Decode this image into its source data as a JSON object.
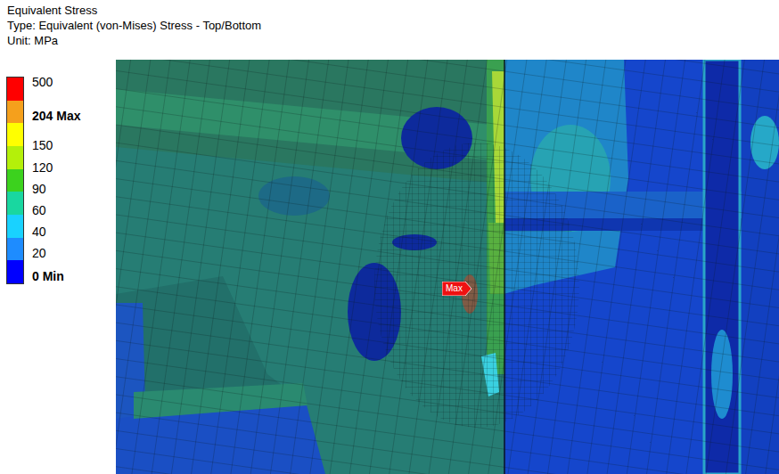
{
  "diagram": {
    "title": "Equivalent Stress",
    "nodes": [
      {
        "text": [
          "Max"
        ]
      }
    ],
    "labels": [
      "Type: Equivalent (von-Mises) Stress - Top/Bottom",
      "Unit: MPa"
    ],
    "legend": [
      {
        "text": "500",
        "color": "#ff0000"
      },
      {
        "text": "204 Max",
        "color": "#f5a01c"
      },
      {
        "text": "150",
        "color": "#ffff00"
      },
      {
        "text": "120",
        "color": "#b4f00a"
      },
      {
        "text": "90",
        "color": "#3cd21e"
      },
      {
        "text": "60",
        "color": "#19d7a0"
      },
      {
        "text": "40",
        "color": "#19d2ff"
      },
      {
        "text": "20",
        "color": "#1e8cff"
      },
      {
        "text": "0 Min",
        "color": "#0000ff"
      }
    ]
  }
}
